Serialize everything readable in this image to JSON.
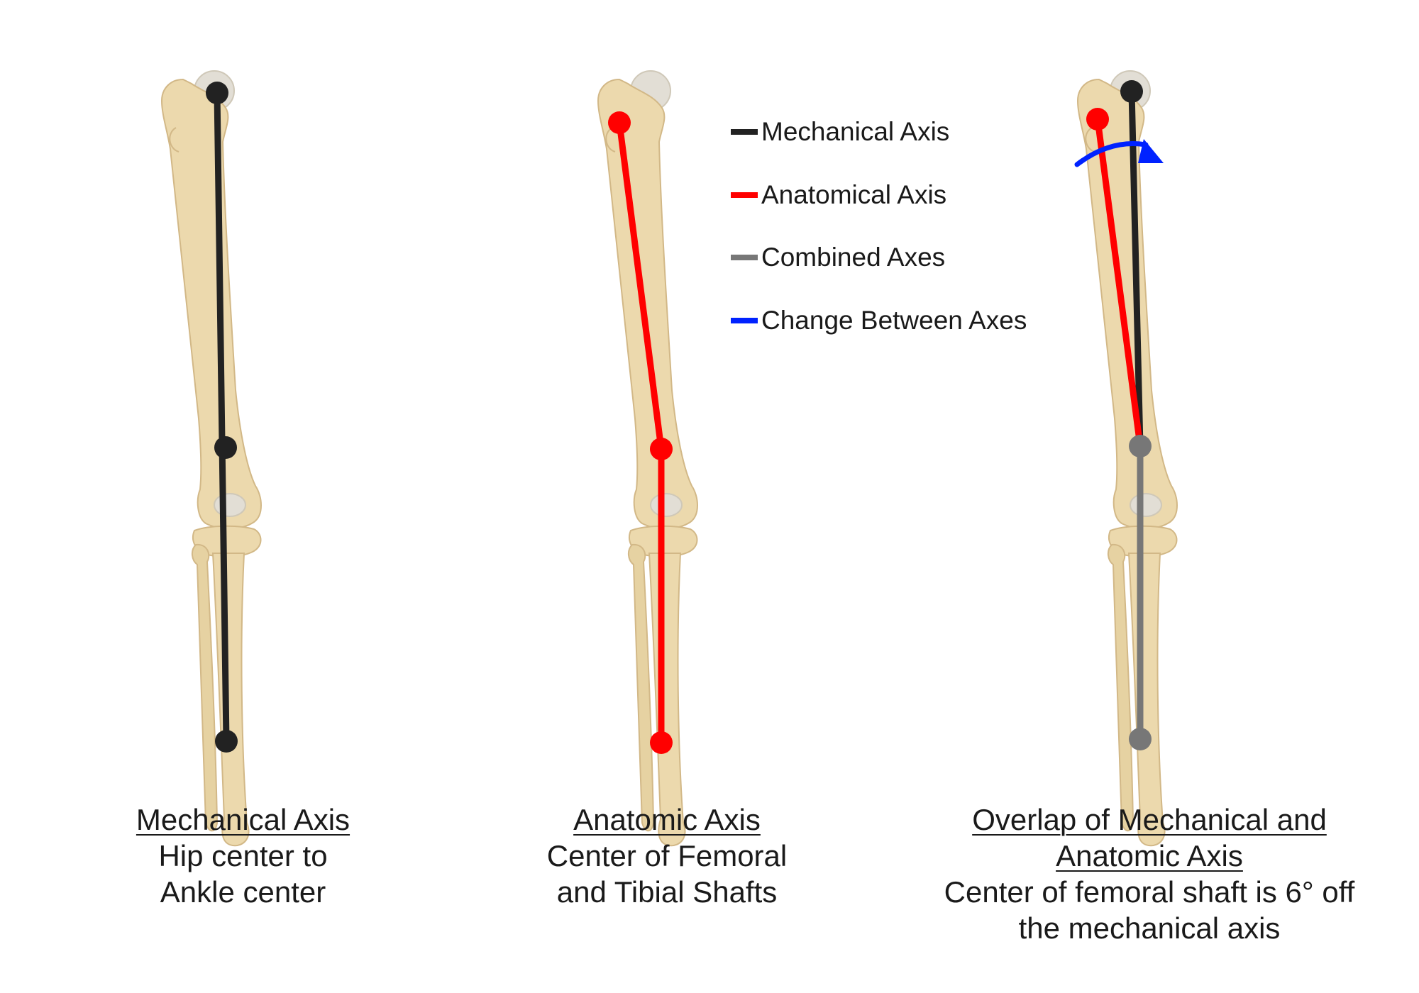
{
  "legend": {
    "items": [
      {
        "label": "Mechanical Axis",
        "color": "#222222"
      },
      {
        "label": "Anatomical Axis",
        "color": "#ff0000"
      },
      {
        "label": "Combined Axes",
        "color": "#777777"
      },
      {
        "label": "Change Between Axes",
        "color": "#0022ff"
      }
    ]
  },
  "panels": [
    {
      "title": "Mechanical Axis",
      "description": "Hip center to Ankle center"
    },
    {
      "title": "Anatomic Axis",
      "description": "Center of Femoral and Tibial Shafts"
    },
    {
      "title": "Overlap of Mechanical and Anatomic Axis",
      "description": "Center of femoral shaft is 6° off the mechanical axis"
    }
  ],
  "annotations": {
    "femoral_offset_angle_deg": 6
  },
  "colors": {
    "bone": "#ecd9ad",
    "bone_shadow": "#d7be87",
    "bone_joint": "#e2ded5",
    "mechanical": "#222222",
    "anatomical": "#ff0000",
    "combined": "#777777",
    "change": "#0022ff"
  }
}
